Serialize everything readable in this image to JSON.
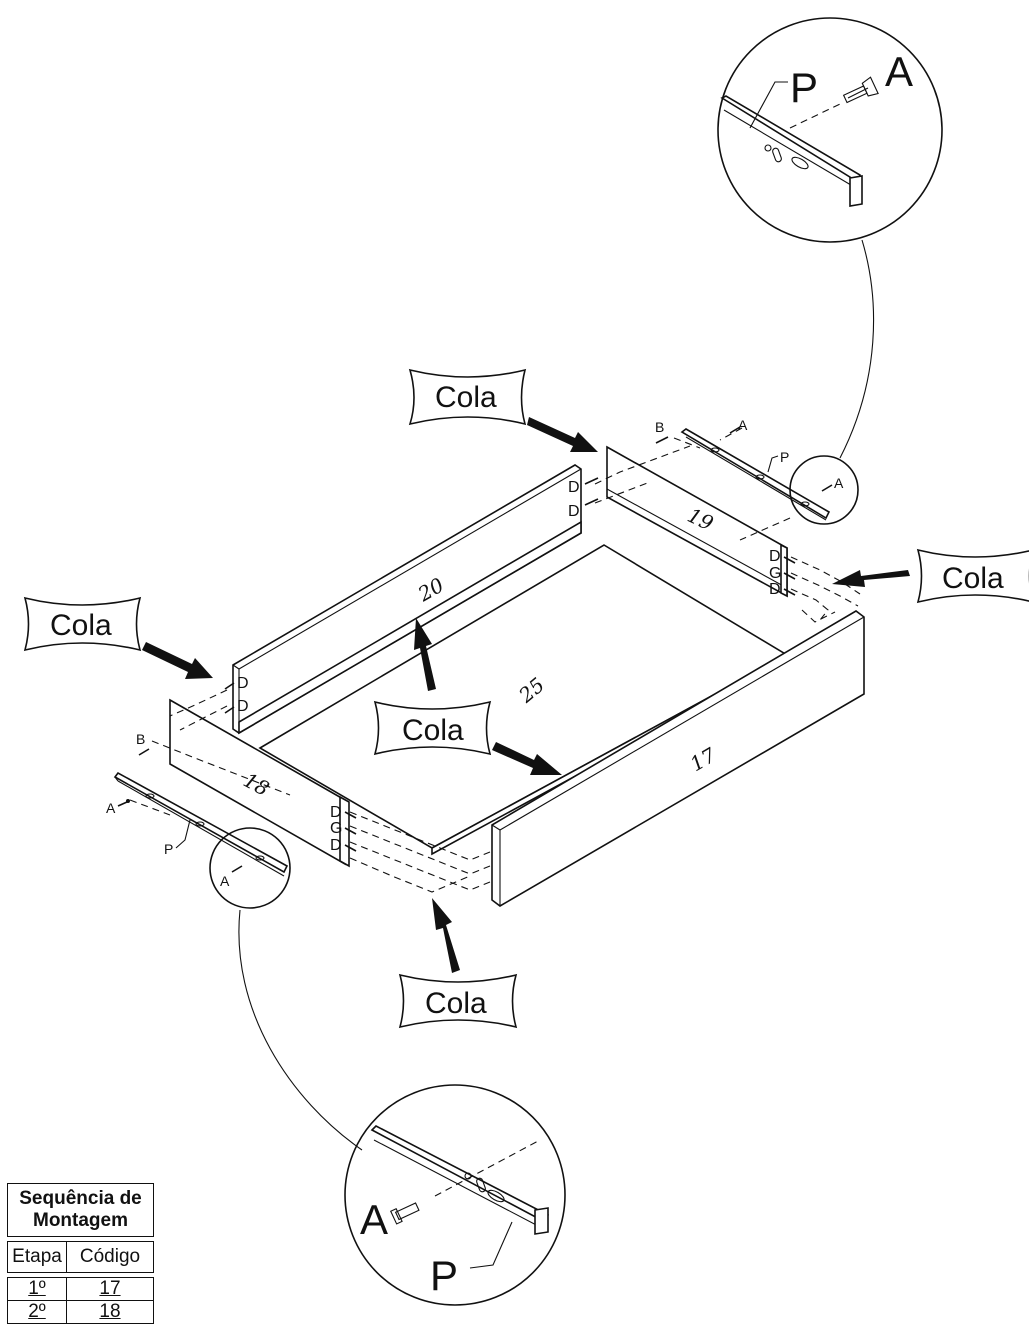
{
  "labels": {
    "glue": "Cola",
    "part_17": "17",
    "part_18": "18",
    "part_19": "19",
    "part_20": "20",
    "part_25": "25",
    "dowel": "D",
    "cam": "G",
    "screw_a": "A",
    "screw_b": "B",
    "rail": "P"
  },
  "table": {
    "title_line1": "Sequência de",
    "title_line2": "Montagem",
    "col_step": "Etapa",
    "col_code": "Código",
    "rows": [
      {
        "step": "1º",
        "code": "17"
      },
      {
        "step": "2º",
        "code": "18"
      }
    ]
  },
  "colors": {
    "ink": "#111111",
    "paper": "#ffffff"
  }
}
